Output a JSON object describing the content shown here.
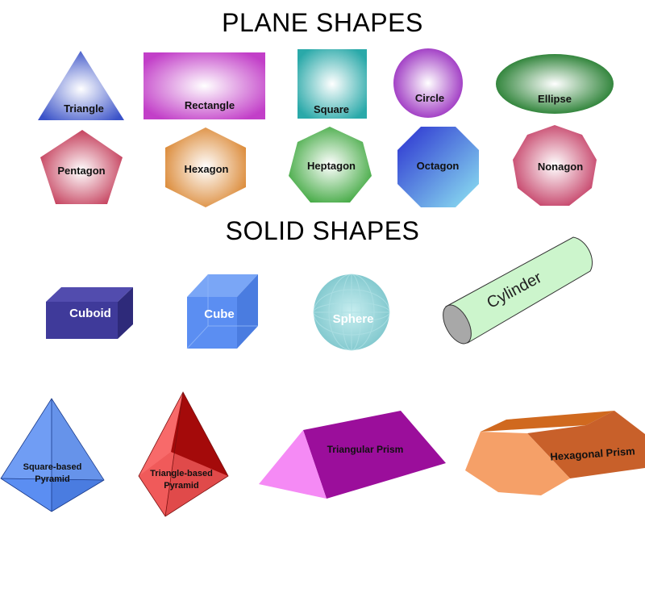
{
  "headings": {
    "plane": "PLANE SHAPES",
    "solid": "SOLID SHAPES"
  },
  "plane_shapes": {
    "triangle": "Triangle",
    "rectangle": "Rectangle",
    "square": "Square",
    "circle": "Circle",
    "ellipse": "Ellipse",
    "pentagon": "Pentagon",
    "hexagon": "Hexagon",
    "heptagon": "Heptagon",
    "octagon": "Octagon",
    "nonagon": "Nonagon"
  },
  "solid_shapes": {
    "cuboid": "Cuboid",
    "cube": "Cube",
    "sphere": "Sphere",
    "cylinder": "Cylinder",
    "square_pyramid_line1": "Square-based",
    "square_pyramid_line2": "Pyramid",
    "triangle_pyramid_line1": "Triangle-based",
    "triangle_pyramid_line2": "Pyramid",
    "triangular_prism": "Triangular Prism",
    "hexagonal_prism": "Hexagonal Prism"
  },
  "colors": {
    "triangle": "#3a52c8",
    "rectangle": "#c23fc8",
    "square": "#2aa9a9",
    "circle": "#9a2fc0",
    "ellipse": "#1f7a2a",
    "pentagon": "#c0304f",
    "hexagon": "#d9822a",
    "heptagon": "#35a335",
    "octagon": "#3a4fd0",
    "nonagon": "#c0305a",
    "cuboid": "#3f3a9a",
    "cube": "#5b8ef2",
    "sphere": "#8fd0d6",
    "cylinder": "#ccf5cc",
    "square_pyramid": "#5b8ef2",
    "triangle_pyramid": "#f05a5a",
    "triangular_prism": "#9b0e9b",
    "hexagonal_prism": "#e07a3a"
  }
}
